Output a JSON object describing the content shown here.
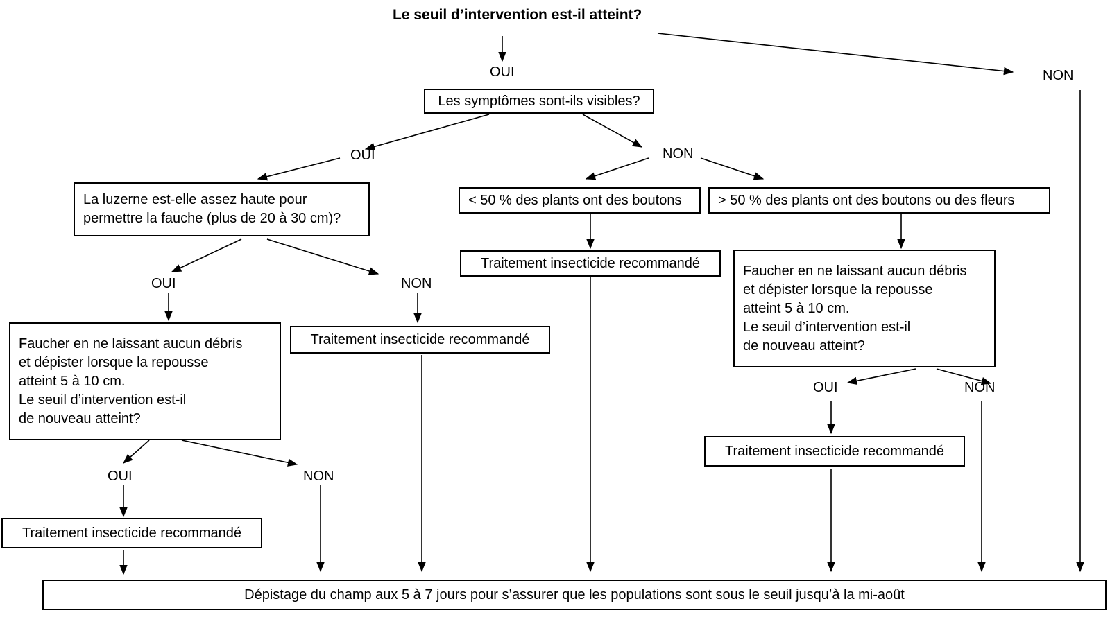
{
  "diagram": {
    "title": "Le seuil d’intervention est-il atteint?",
    "language": "fr",
    "nodes": [
      {
        "id": "q_symptomes",
        "text": "Les symptômes sont-ils visibles?",
        "type": "decision"
      },
      {
        "id": "q_luzerne",
        "text": "La luzerne est-elle assez haute pour\npermettre la fauche (plus de 20 à 30 cm)?",
        "type": "decision"
      },
      {
        "id": "b_moins50",
        "text": "< 50 % des plants ont des boutons",
        "type": "condition"
      },
      {
        "id": "b_plus50",
        "text": "> 50 % des plants ont des boutons ou des fleurs",
        "type": "condition"
      },
      {
        "id": "a_traitement_mid",
        "text": "Traitement insecticide recommandé",
        "type": "action"
      },
      {
        "id": "a_faucher_right",
        "text": "Faucher en ne laissant aucun débris\net dépister lorsque la repousse\natteint 5 à 10 cm.\nLe seuil d’intervention est-il\nde nouveau atteint?",
        "type": "action-decision"
      },
      {
        "id": "a_faucher_left",
        "text": "Faucher en ne laissant aucun débris\net dépister lorsque la repousse\natteint 5 à 10 cm.\nLe seuil d’intervention est-il\nde nouveau atteint?",
        "type": "action-decision"
      },
      {
        "id": "a_traitement_left_mid",
        "text": "Traitement insecticide recommandé",
        "type": "action"
      },
      {
        "id": "a_traitement_right_low",
        "text": "Traitement insecticide recommandé",
        "type": "action"
      },
      {
        "id": "a_traitement_bottom_left",
        "text": "Traitement insecticide recommandé",
        "type": "action"
      },
      {
        "id": "footer",
        "text": "Dépistage du champ aux 5 à 7 jours  pour s’assurer que les populations sont sous le seuil jusqu’à la mi-août",
        "type": "terminal"
      }
    ],
    "edge_labels": {
      "title_oui": "OUI",
      "title_non": "NON",
      "symptomes_oui": "OUI",
      "symptomes_non": "NON",
      "luzerne_oui": "OUI",
      "luzerne_non": "NON",
      "faucher_left_oui": "OUI",
      "faucher_left_non": "NON",
      "faucher_right_oui": "OUI",
      "faucher_right_non": "NON"
    },
    "colors": {
      "stroke": "#000000",
      "background": "#ffffff",
      "text": "#000000"
    }
  }
}
